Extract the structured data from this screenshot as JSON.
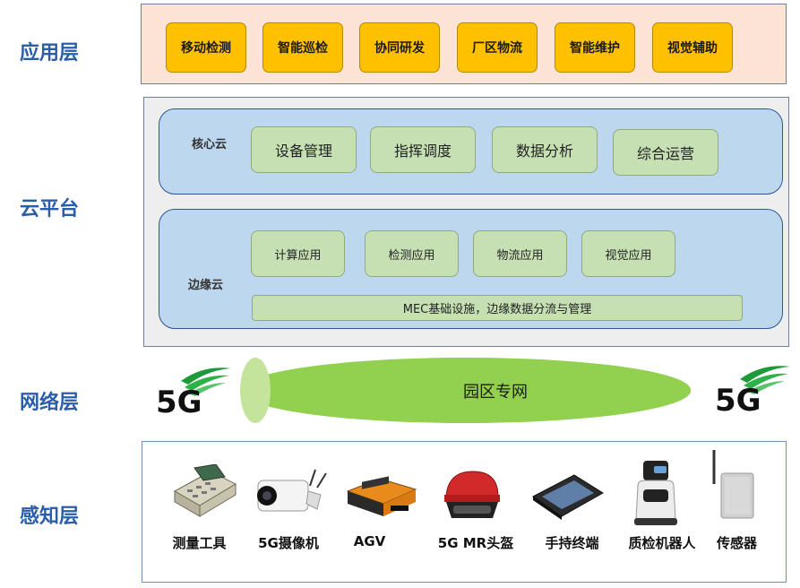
{
  "layers": {
    "application": "应用层",
    "cloud": "云平台",
    "network": "网络层",
    "perception": "感知层"
  },
  "application": {
    "items": [
      "移动检测",
      "智能巡检",
      "协同研发",
      "厂区物流",
      "智能维护",
      "视觉辅助"
    ]
  },
  "cloud": {
    "core": {
      "label": "核心云",
      "items": [
        "设备管理",
        "指挥调度",
        "数据分析",
        "综合运营"
      ]
    },
    "edge": {
      "label": "边缘云",
      "items": [
        "计算应用",
        "检测应用",
        "物流应用",
        "视觉应用"
      ],
      "mec": "MEC基础设施，边缘数据分流与管理"
    }
  },
  "network": {
    "pipe_label": "园区专网",
    "logo_left": "5G",
    "logo_right": "5G"
  },
  "devices": {
    "items": [
      "测量工具",
      "5G摄像机",
      "AGV",
      "5G MR头盔",
      "手持终端",
      "质检机器人",
      "传感器"
    ]
  },
  "colors": {
    "label_blue": "#2a5ea8",
    "app_button": "#ffc000",
    "cloud_sub": "#bdd7ee",
    "green_button": "#c6e0b4",
    "pipe_green": "#92d050"
  }
}
